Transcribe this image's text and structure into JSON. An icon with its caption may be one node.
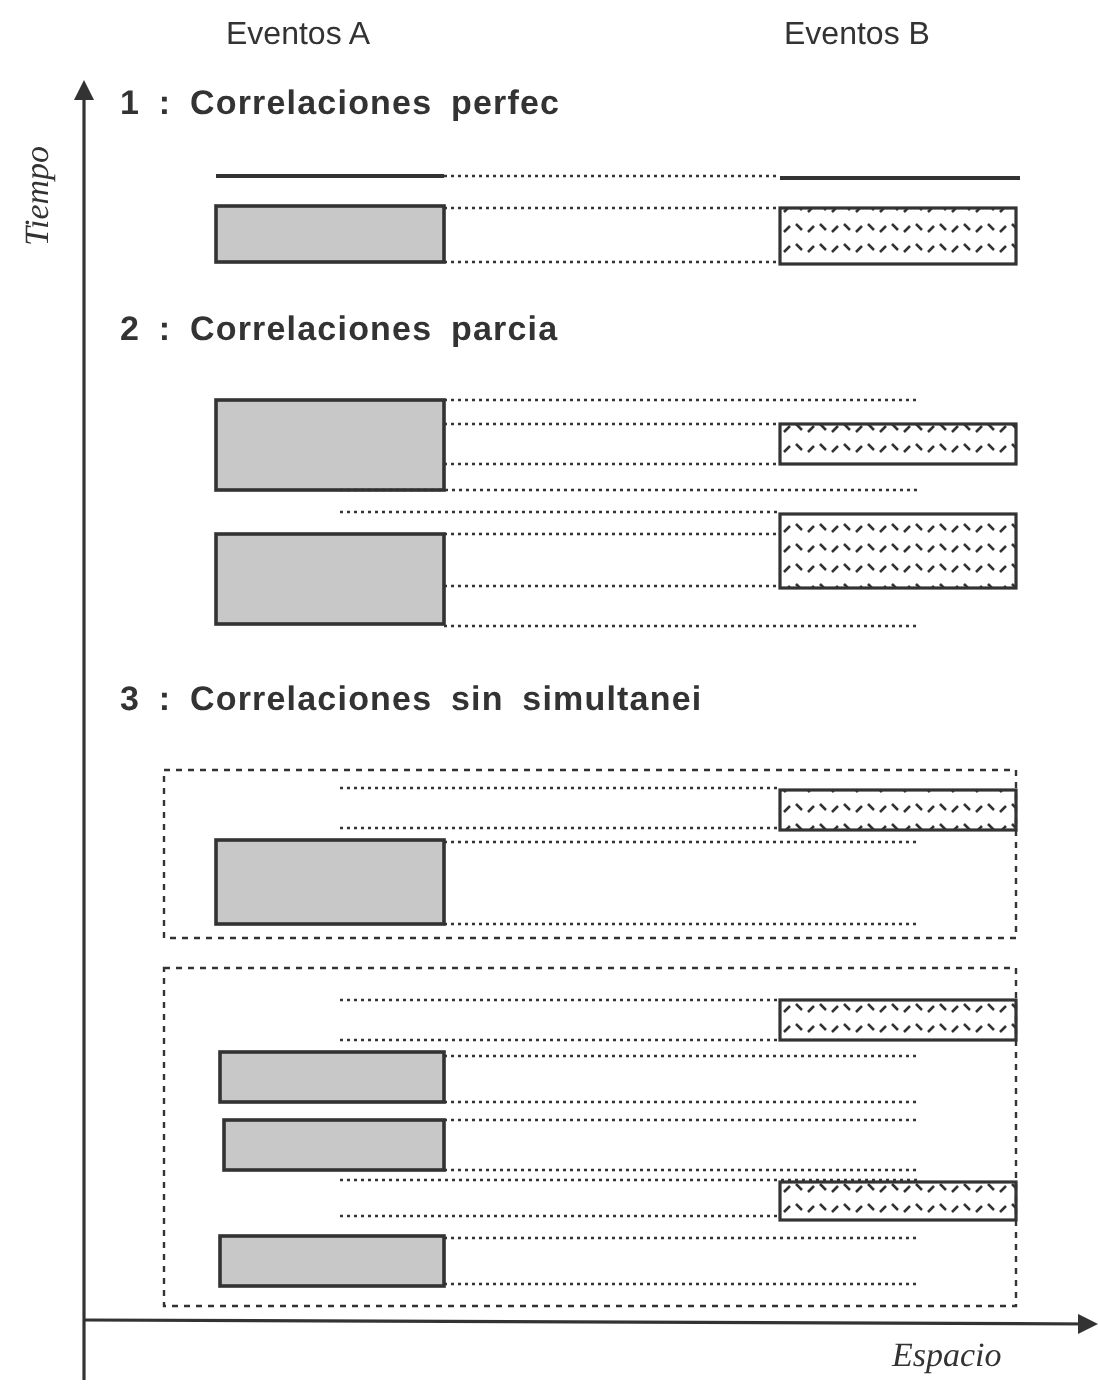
{
  "diagram": {
    "labels": [
      "Eventos A",
      "Eventos B",
      "1 : Correlaciones perfec",
      "2 : Correlaciones parcia",
      "3 : Correlaciones sin simultanei",
      "Tiempo",
      "Espacio"
    ]
  }
}
